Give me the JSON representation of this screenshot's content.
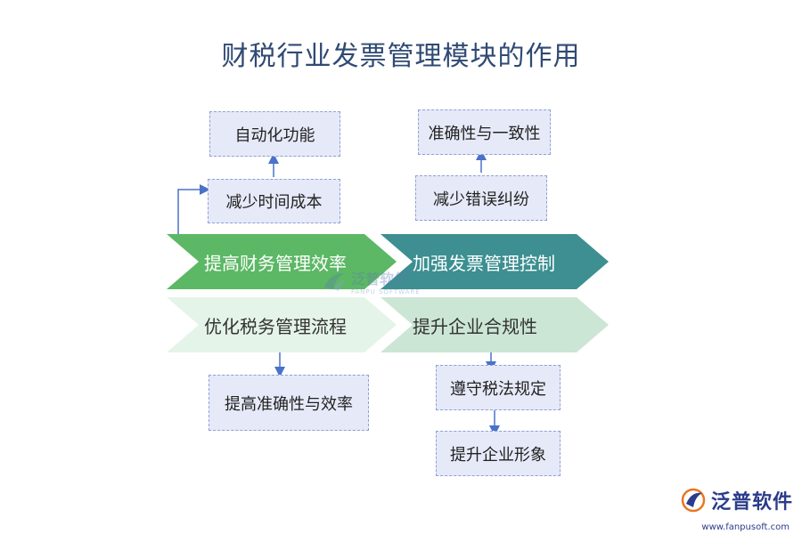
{
  "title": "财税行业发票管理模块的作用",
  "chevrons": {
    "c1": "提高财务管理效率",
    "c2": "加强发票管理控制",
    "c3": "优化税务管理流程",
    "c4": "提升企业合规性"
  },
  "boxes": {
    "auto": "自动化功能",
    "reduce_time": "减少时间成本",
    "accuracy_consistency": "准确性与一致性",
    "reduce_errors": "减少错误纠纷",
    "improve_accuracy_eff": "提高准确性与效率",
    "comply_tax": "遵守税法规定",
    "image": "提升企业形象"
  },
  "watermark": {
    "name": "泛普软件",
    "sub": "FANPU SOFTWARE"
  },
  "logo": {
    "name": "泛普软件",
    "url": "www.fanpusoft.com"
  },
  "colors": {
    "arrow": "#4a72c9",
    "chevron_green": "#5cb865",
    "chevron_teal": "#3d8f91"
  }
}
